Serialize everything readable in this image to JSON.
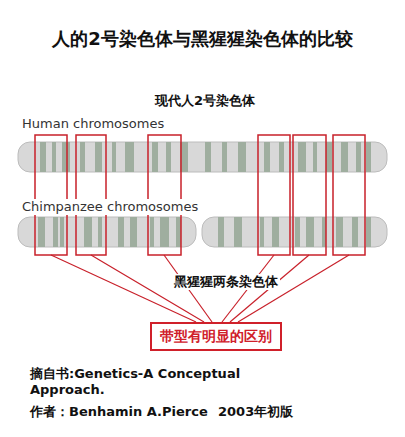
{
  "diagram": {
    "title": "人的2号染色体与黑猩猩染色体的比较",
    "nodes": [
      {
        "text": [
          "带型有明显的区别"
        ]
      }
    ],
    "labels": [
      "现代人2号染色体",
      "Human chromosomes",
      "Chimpanzee chromosomes",
      "黑猩猩两条染色体",
      "摘自书:Genetics-A Conceptual Approach.",
      "作者：Benhamin A.Pierce",
      "2003年初版"
    ]
  }
}
